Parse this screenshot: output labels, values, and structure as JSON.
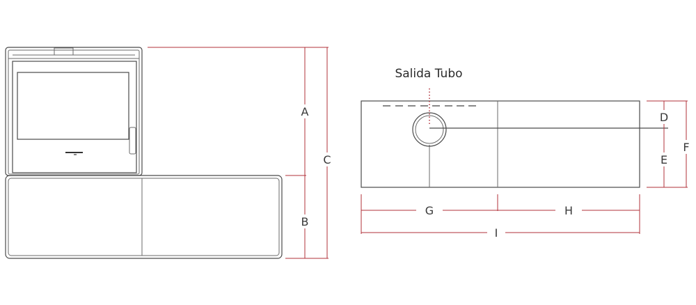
{
  "labels": {
    "a": "A",
    "b": "B",
    "c": "C",
    "d": "D",
    "e": "E",
    "f": "F",
    "g": "G",
    "h": "H",
    "i": "I",
    "pipe_outlet": "Salida Tubo"
  },
  "colors": {
    "dimension_line": "#b0303a",
    "outline": "#4a4a4a"
  }
}
